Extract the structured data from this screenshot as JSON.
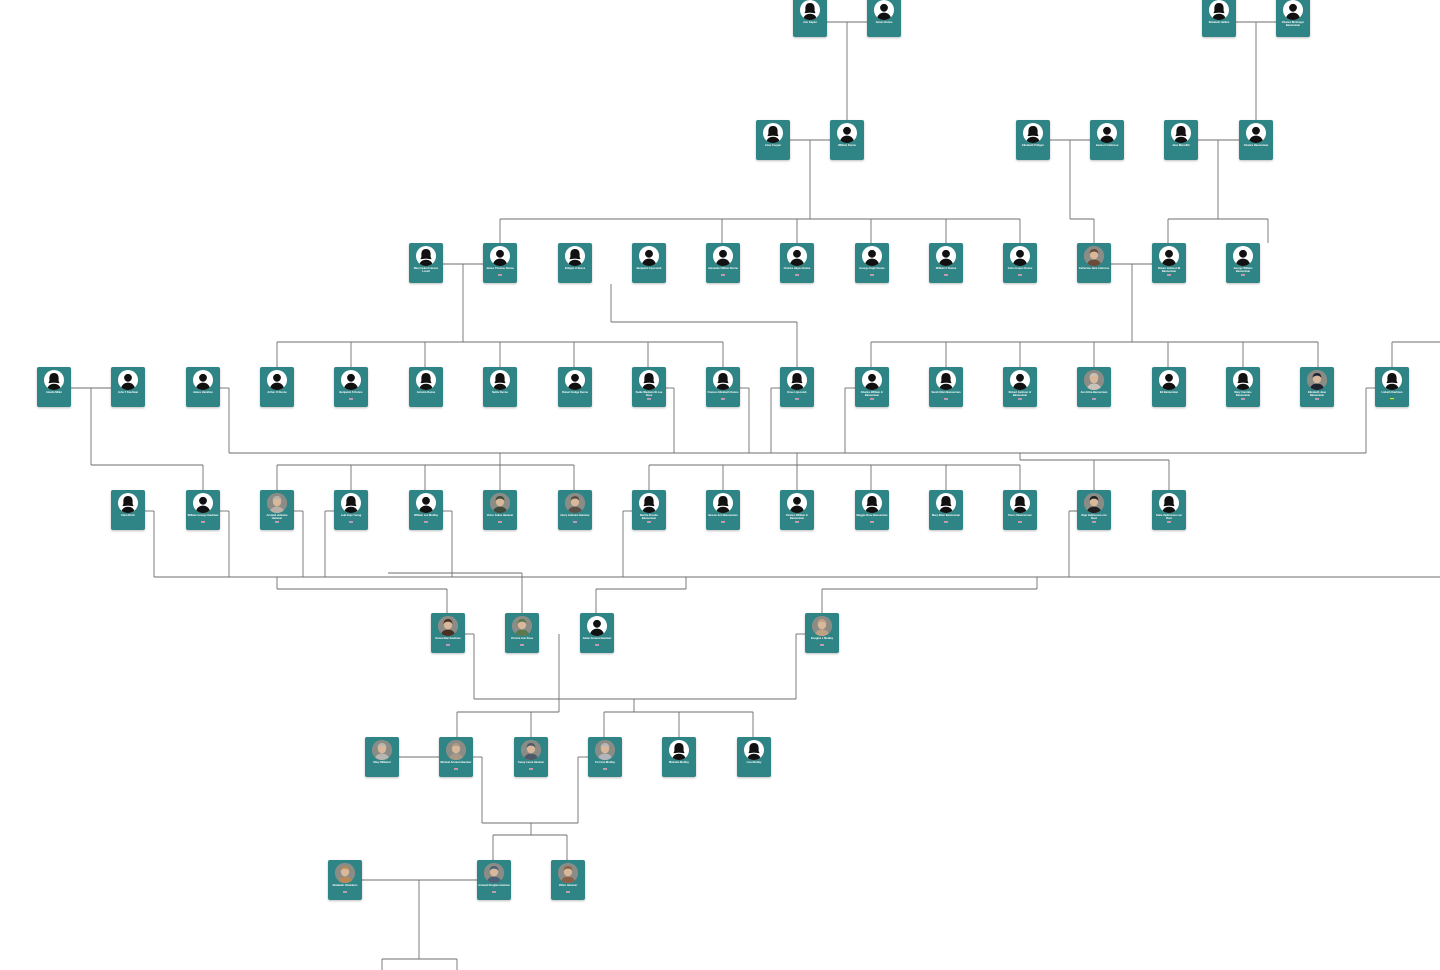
{
  "tree": {
    "colors": {
      "card": "#2f8585",
      "line": "#6e6e6e",
      "background": "#ffffff",
      "avatar_bg": "#ffffff",
      "silhouette": "#111111"
    },
    "people": [
      {
        "id": "p1",
        "name": "Ann Kapler",
        "dates": "",
        "icon": "female-silhouette-icon"
      },
      {
        "id": "p2",
        "name": "James Dunne",
        "dates": "",
        "icon": "male-silhouette-icon"
      },
      {
        "id": "p3",
        "name": "Elizabeth Hallam",
        "dates": "",
        "icon": "female-silhouette-icon"
      },
      {
        "id": "p4",
        "name": "Charles McGregor Bannerman",
        "dates": "",
        "icon": "male-silhouette-icon"
      },
      {
        "id": "p5",
        "name": "Anne Cooper",
        "dates": "",
        "icon": "female-silhouette-icon"
      },
      {
        "id": "p6",
        "name": "William Dunne",
        "dates": "",
        "icon": "male-silhouette-icon"
      },
      {
        "id": "p7",
        "name": "Elizabeth Pridgen",
        "dates": "",
        "icon": "female-silhouette-icon"
      },
      {
        "id": "p8",
        "name": "James H Ambrose",
        "dates": "",
        "icon": "male-silhouette-icon"
      },
      {
        "id": "p9",
        "name": "Jane Meredith",
        "dates": "",
        "icon": "female-silhouette-icon"
      },
      {
        "id": "p10",
        "name": "Charles Bannerman",
        "dates": "",
        "icon": "male-silhouette-icon"
      },
      {
        "id": "p11",
        "name": "Mary Helen Frances Lovett",
        "dates": "",
        "icon": "female-silhouette-icon"
      },
      {
        "id": "p12",
        "name": "James Thomas Dunne",
        "dates": "",
        "icon": "male-silhouette-icon"
      },
      {
        "id": "p13",
        "name": "Bridget of Bruce",
        "dates": "",
        "icon": "female-silhouette-icon"
      },
      {
        "id": "p14",
        "name": "Benjamin Lipscomb",
        "dates": "",
        "icon": "male-silhouette-icon"
      },
      {
        "id": "p15",
        "name": "Alexander Milton Dunne",
        "dates": "",
        "icon": "male-silhouette-icon"
      },
      {
        "id": "p16",
        "name": "Charles Hayes Dunne",
        "dates": "",
        "icon": "male-silhouette-icon"
      },
      {
        "id": "p17",
        "name": "George Hugh Dunne",
        "dates": "",
        "icon": "male-silhouette-icon"
      },
      {
        "id": "p18",
        "name": "William C Dunne",
        "dates": "",
        "icon": "male-silhouette-icon"
      },
      {
        "id": "p19",
        "name": "John Cooper Dunne",
        "dates": "",
        "icon": "male-silhouette-icon"
      },
      {
        "id": "p20",
        "name": "Catherine Jane Ambrose",
        "dates": "",
        "icon": "portrait-photo-icon"
      },
      {
        "id": "p21",
        "name": "Robert Jackson M Bannerman",
        "dates": "",
        "icon": "male-silhouette-icon"
      },
      {
        "id": "p22",
        "name": "George William Bannerman",
        "dates": "",
        "icon": "male-silhouette-icon"
      },
      {
        "id": "p23",
        "name": "Amelia Miller",
        "dates": "",
        "icon": "female-silhouette-icon"
      },
      {
        "id": "p24",
        "name": "John F Kaufman",
        "dates": "",
        "icon": "male-silhouette-icon"
      },
      {
        "id": "p25",
        "name": "James Hamilton",
        "dates": "",
        "icon": "male-silhouette-icon"
      },
      {
        "id": "p26",
        "name": "Arthur O Dunne",
        "dates": "",
        "icon": "male-silhouette-icon"
      },
      {
        "id": "p27",
        "name": "Benjamin S Dunne",
        "dates": "",
        "icon": "male-silhouette-icon"
      },
      {
        "id": "p28",
        "name": "Antonia Dunne",
        "dates": "",
        "icon": "female-silhouette-icon"
      },
      {
        "id": "p29",
        "name": "Nellie Dunne",
        "dates": "",
        "icon": "female-silhouette-icon"
      },
      {
        "id": "p30",
        "name": "Robert Hodge Dunne",
        "dates": "",
        "icon": "male-silhouette-icon"
      },
      {
        "id": "p31",
        "name": "Sadie Wadsworth Lee Rose",
        "dates": "",
        "icon": "female-silhouette-icon"
      },
      {
        "id": "p32",
        "name": "Frances Elizabeth Dunne",
        "dates": "",
        "icon": "female-silhouette-icon"
      },
      {
        "id": "p33",
        "name": "Rose Lipscomb",
        "dates": "",
        "icon": "female-silhouette-icon"
      },
      {
        "id": "p34",
        "name": "Charles William Jr Bannerman",
        "dates": "",
        "icon": "male-silhouette-icon"
      },
      {
        "id": "p35",
        "name": "Sarah Ellen Bannerman",
        "dates": "",
        "icon": "female-silhouette-icon"
      },
      {
        "id": "p36",
        "name": "Robert Jackson Jr Bannerman",
        "dates": "",
        "icon": "male-silhouette-icon"
      },
      {
        "id": "p37",
        "name": "Ann Eliza Bannerman",
        "dates": "",
        "icon": "portrait-photo-icon"
      },
      {
        "id": "p38",
        "name": "Eli Bannerman",
        "dates": "",
        "icon": "male-silhouette-icon"
      },
      {
        "id": "p39",
        "name": "Mary Caroline Bannerman",
        "dates": "",
        "icon": "female-silhouette-icon"
      },
      {
        "id": "p40",
        "name": "Elizabeth Jane Bannerman",
        "dates": "",
        "icon": "portrait-photo-icon"
      },
      {
        "id": "p41",
        "name": "Lizbeth Kaufman",
        "dates": "",
        "icon": "female-silhouette-icon"
      },
      {
        "id": "p42",
        "name": "Clara Birch",
        "dates": "",
        "icon": "female-silhouette-icon"
      },
      {
        "id": "p43",
        "name": "William George Kaufman",
        "dates": "",
        "icon": "male-silhouette-icon"
      },
      {
        "id": "p44",
        "name": "Armand Julienne Hammer",
        "dates": "",
        "icon": "portrait-photo-icon"
      },
      {
        "id": "p45",
        "name": "Lela Faye Young",
        "dates": "",
        "icon": "female-silhouette-icon"
      },
      {
        "id": "p46",
        "name": "William Lee Modlay",
        "dates": "",
        "icon": "male-silhouette-icon"
      },
      {
        "id": "p47",
        "name": "Victor Julius Hammer",
        "dates": "",
        "icon": "portrait-photo-icon"
      },
      {
        "id": "p48",
        "name": "Harry Julienne Hammer",
        "dates": "",
        "icon": "portrait-photo-icon"
      },
      {
        "id": "p49",
        "name": "Bertha Brooke Bannerman",
        "dates": "",
        "icon": "female-silhouette-icon"
      },
      {
        "id": "p50",
        "name": "Bessie Ann Bannerman",
        "dates": "",
        "icon": "female-silhouette-icon"
      },
      {
        "id": "p51",
        "name": "Charles William Jr Bannerman",
        "dates": "",
        "icon": "male-silhouette-icon"
      },
      {
        "id": "p52",
        "name": "Maggie Rose Bannerman",
        "dates": "",
        "icon": "female-silhouette-icon"
      },
      {
        "id": "p53",
        "name": "Mary Ellen Bannerman",
        "dates": "",
        "icon": "female-silhouette-icon"
      },
      {
        "id": "p54",
        "name": "Pearl J Bannerman",
        "dates": "",
        "icon": "female-silhouette-icon"
      },
      {
        "id": "p55",
        "name": "Olga Vadimovna von Root",
        "dates": "",
        "icon": "portrait-photo-icon"
      },
      {
        "id": "p56",
        "name": "Katie Vadimovna von Root",
        "dates": "",
        "icon": "female-silhouette-icon"
      },
      {
        "id": "p57",
        "name": "Donna Rae Kaufman",
        "dates": "",
        "icon": "portrait-photo-icon"
      },
      {
        "id": "p58",
        "name": "Victoria Ann Knee",
        "dates": "",
        "icon": "portrait-photo-icon"
      },
      {
        "id": "p59",
        "name": "Julian Armand Hammer",
        "dates": "",
        "icon": "male-silhouette-icon"
      },
      {
        "id": "p60",
        "name": "Douglas L Modlay",
        "dates": "",
        "icon": "portrait-photo-icon"
      },
      {
        "id": "p61",
        "name": "Mary Millward",
        "dates": "",
        "icon": "portrait-photo-icon"
      },
      {
        "id": "p62",
        "name": "Michael Armand Hammer",
        "dates": "",
        "icon": "portrait-photo-icon"
      },
      {
        "id": "p63",
        "name": "Casey Laura Hammer",
        "dates": "",
        "icon": "portrait-photo-icon"
      },
      {
        "id": "p64",
        "name": "Teri Ann Modlay",
        "dates": "",
        "icon": "portrait-photo-icon"
      },
      {
        "id": "p65",
        "name": "Michelle Modlay",
        "dates": "",
        "icon": "female-silhouette-icon"
      },
      {
        "id": "p66",
        "name": "Lisa Modlay",
        "dates": "",
        "icon": "female-silhouette-icon"
      },
      {
        "id": "p67",
        "name": "Elizabeth Chambers",
        "dates": "",
        "icon": "portrait-photo-icon"
      },
      {
        "id": "p68",
        "name": "Armand Douglas Hammer",
        "dates": "",
        "icon": "portrait-photo-icon"
      },
      {
        "id": "p69",
        "name": "Viktor Hammer",
        "dates": "",
        "icon": "portrait-photo-icon"
      }
    ]
  }
}
